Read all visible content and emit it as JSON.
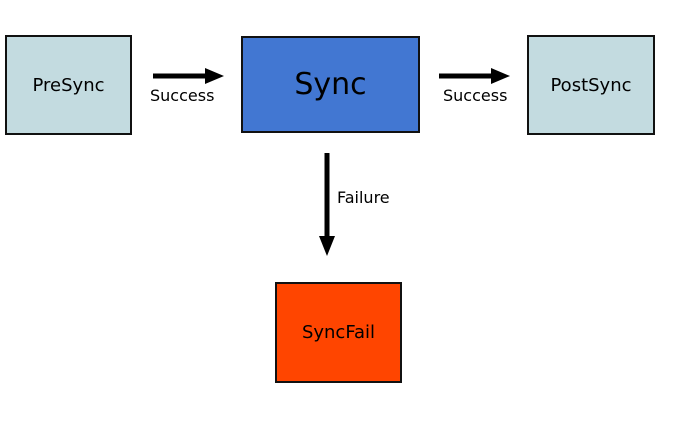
{
  "nodes": {
    "presync": {
      "label": "PreSync",
      "color": "#c3dbe0"
    },
    "sync": {
      "label": "Sync",
      "color": "#4277d2"
    },
    "postsync": {
      "label": "PostSync",
      "color": "#c3dbe0"
    },
    "syncfail": {
      "label": "SyncFail",
      "color": "#ff4500"
    }
  },
  "edges": [
    {
      "from": "PreSync",
      "to": "Sync",
      "label": "Success"
    },
    {
      "from": "Sync",
      "to": "PostSync",
      "label": "Success"
    },
    {
      "from": "Sync",
      "to": "SyncFail",
      "label": "Failure"
    }
  ]
}
